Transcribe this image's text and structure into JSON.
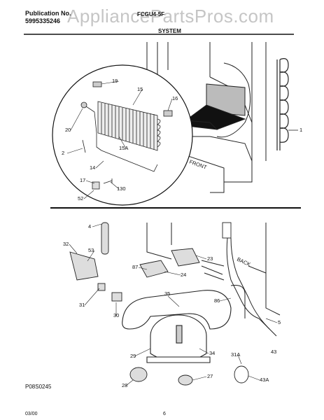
{
  "header": {
    "publication_label": "Publication No.",
    "publication_number": "5995335246",
    "model_code": "FCGU4-5F",
    "section_title": "SYSTEM"
  },
  "watermark": "AppliancePartsPros.com",
  "figure_code": "P08S0245",
  "footer": {
    "date": "03/00",
    "page": "6"
  },
  "diagram_labels": {
    "front": "FRONT",
    "back": "BACK"
  },
  "callouts": [
    "19",
    "15",
    "16",
    "20",
    "1",
    "2",
    "15A",
    "17",
    "14",
    "52",
    "130",
    "4",
    "32",
    "53",
    "87",
    "23",
    "24",
    "31",
    "30",
    "35",
    "86",
    "5",
    "43",
    "29",
    "34",
    "31A",
    "28",
    "27",
    "43A"
  ]
}
